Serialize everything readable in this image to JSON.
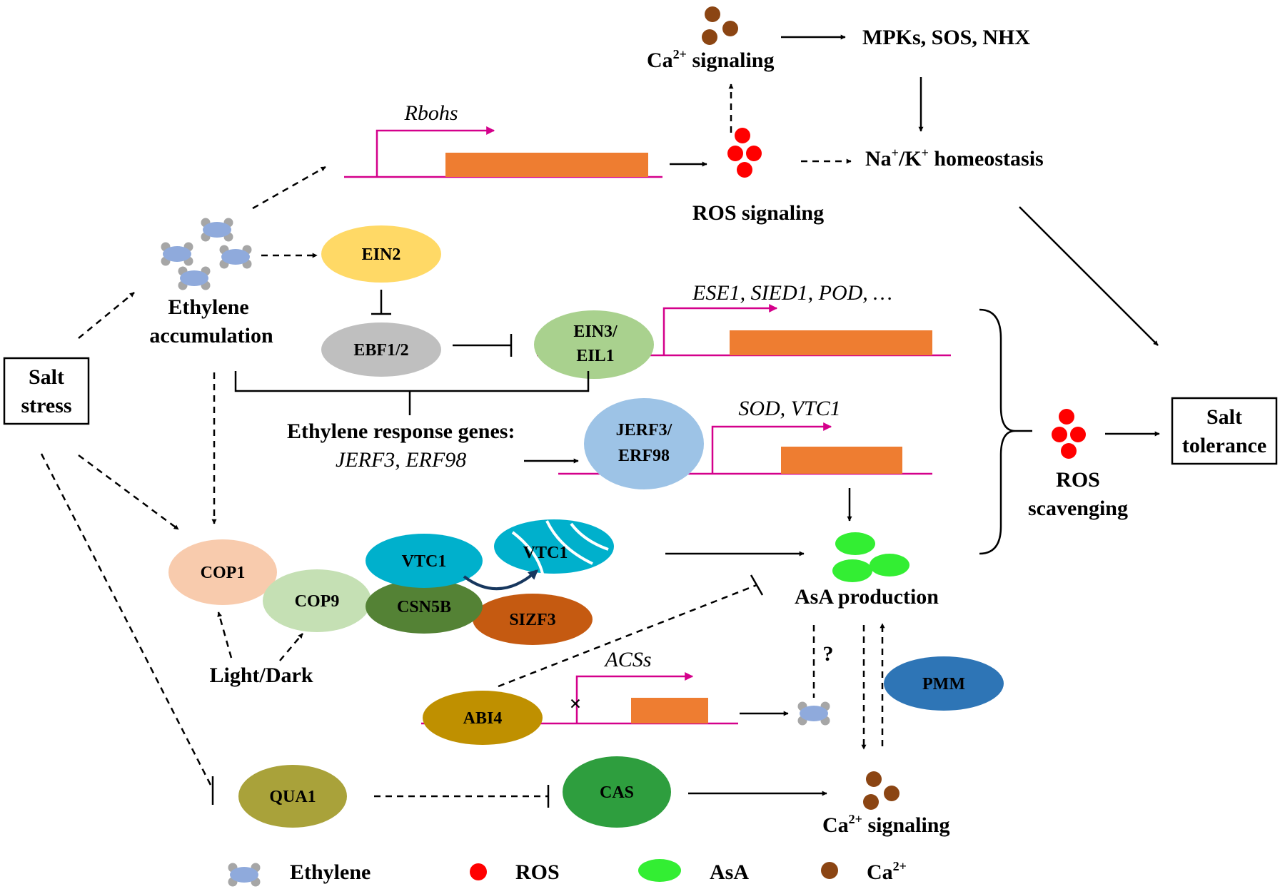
{
  "colors": {
    "ros": "#ff0000",
    "calcium": "#8b4513",
    "asa": "#33ee33",
    "ethylene_body": "#8faadc",
    "ethylene_cap": "#a6a6a6",
    "gene_box": "#ee7d31",
    "promoter_line": "#d4008b"
  },
  "labels": {
    "salt_stress": [
      "Salt",
      "stress"
    ],
    "salt_tolerance": [
      "Salt",
      "tolerance"
    ],
    "ethylene_accumulation": [
      "Ethylene",
      "accumulation"
    ],
    "rbohs": "Rbohs",
    "ca_top": {
      "pre": "Ca",
      "sup": "2+",
      "post": " signaling"
    },
    "mpks": "MPKs, SOS, NHX",
    "ros_signaling": "ROS signaling",
    "na_k": {
      "a": "Na",
      "a_sup": "+",
      "mid": "/K",
      "b_sup": "+",
      "post": " homeostasis"
    },
    "ese_genes": "ESE1, SIED1, POD, …",
    "ethylene_response": "Ethylene response genes:",
    "jerf_genes": "JERF3, ERF98",
    "sod_vtc": "SOD, VTC1",
    "ros_scavenging": [
      "ROS",
      "scavenging"
    ],
    "asa_production": "AsA production",
    "light_dark": "Light/Dark",
    "acss": "ACSs",
    "question": "?",
    "block_mark": "×",
    "ca_bottom": {
      "pre": "Ca",
      "sup": "2+",
      "post": " signaling"
    }
  },
  "nodes": {
    "ein2": "EIN2",
    "ebf": "EBF1/2",
    "ein3": [
      "EIN3/",
      "EIL1"
    ],
    "jerf3": [
      "JERF3/",
      "ERF98"
    ],
    "cop1": "COP1",
    "cop9": "COP9",
    "vtc1": "VTC1",
    "vtc1_degraded": "VTC1",
    "csn5b": "CSN5B",
    "sizf3": "SIZF3",
    "abi4": "ABI4",
    "pmm": "PMM",
    "qua1": "QUA1",
    "cas": "CAS"
  },
  "legend": [
    {
      "icon": "ethylene",
      "label": "Ethylene"
    },
    {
      "icon": "ros",
      "label": "ROS"
    },
    {
      "icon": "asa",
      "label": "AsA"
    },
    {
      "icon": "calcium",
      "label": "Ca",
      "sup": "2+"
    }
  ]
}
